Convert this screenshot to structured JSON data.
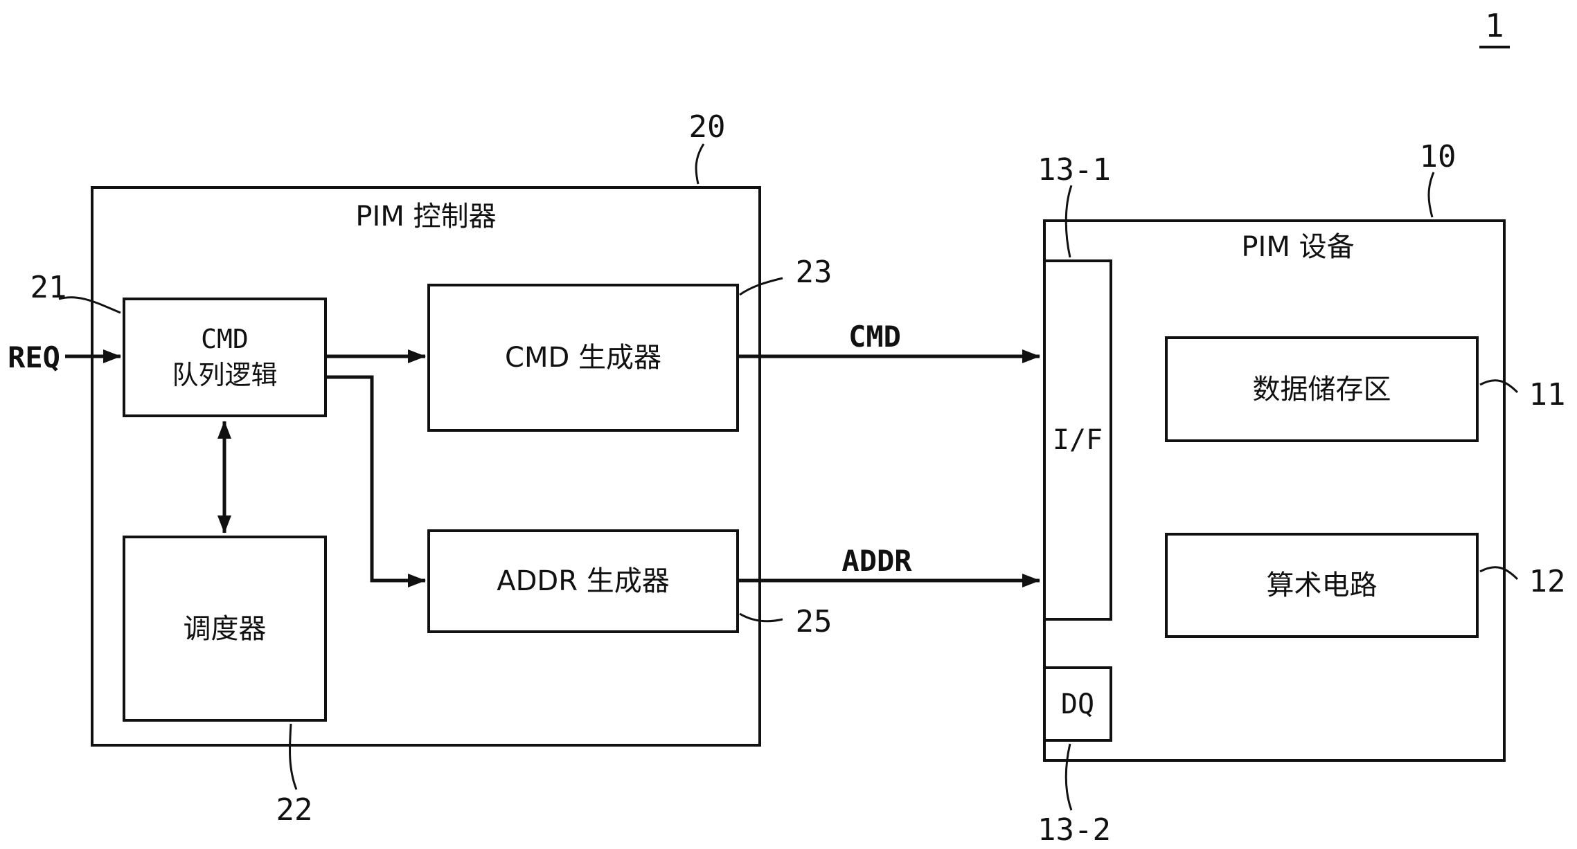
{
  "figure": {
    "number": "1"
  },
  "controller": {
    "title": "PIM 控制器",
    "ref": "20",
    "cmd_queue": {
      "ref": "21",
      "line1": "CMD",
      "line2": "队列逻辑"
    },
    "scheduler": {
      "ref": "22",
      "label": "调度器"
    },
    "cmd_generator": {
      "ref": "23",
      "label": "CMD 生成器"
    },
    "addr_generator": {
      "ref": "25",
      "label": "ADDR 生成器"
    }
  },
  "device": {
    "title": "PIM 设备",
    "ref": "10",
    "interface": {
      "ref": "13-1",
      "label": "I/F"
    },
    "dq": {
      "ref": "13-2",
      "label": "DQ"
    },
    "data_storage": {
      "ref": "11",
      "label": "数据储存区"
    },
    "arithmetic": {
      "ref": "12",
      "label": "算术电路"
    }
  },
  "signals": {
    "req": "REQ",
    "cmd": "CMD",
    "addr": "ADDR"
  }
}
